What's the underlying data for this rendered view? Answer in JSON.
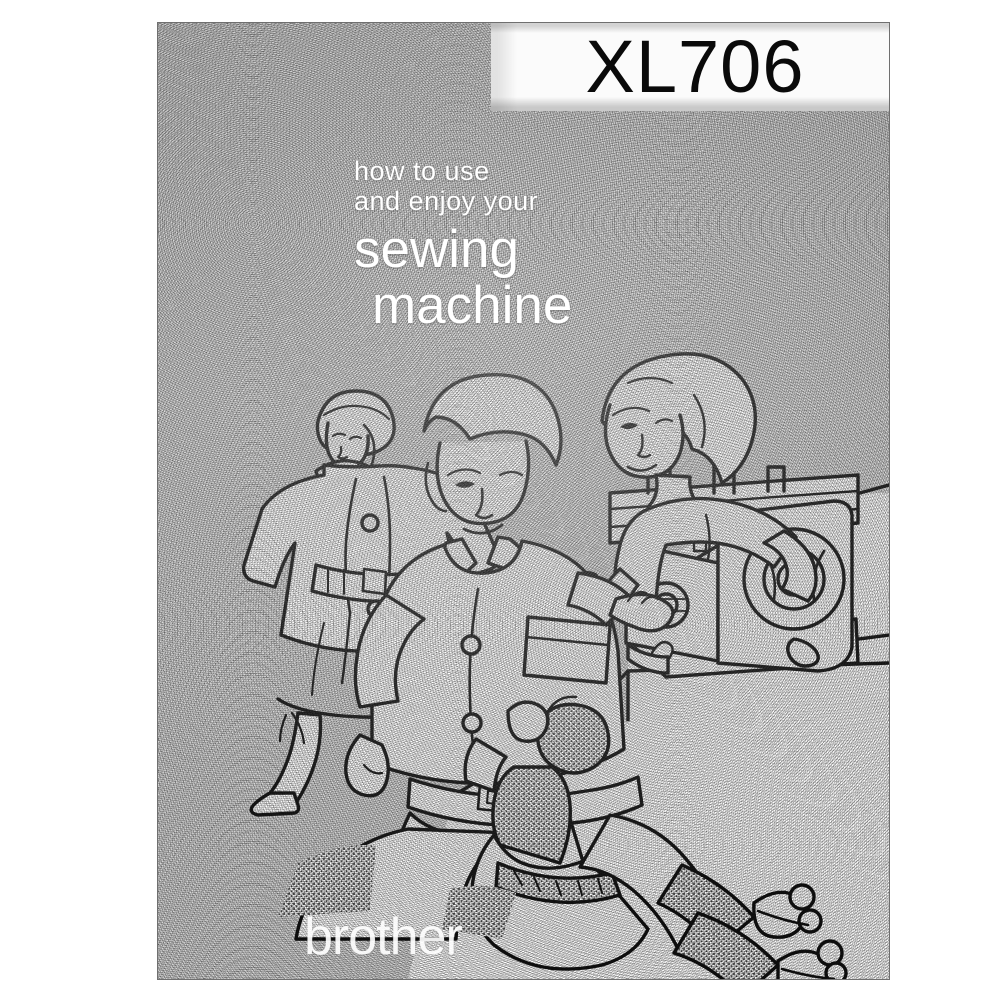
{
  "document": {
    "kind": "sewing-machine-instruction-manual-cover",
    "brand": "brother",
    "model_number": "XL706",
    "headline": {
      "line1": "how to use",
      "line2": "and enjoy your",
      "line3": "sewing",
      "line4": "machine"
    },
    "page_background_color": "#d6d6d6",
    "banner_background_color": "#fbfbfb",
    "ink_color": "#0a0a0a",
    "knockout_text_color": "#ffffff",
    "outer_margin_color": "#ffffff",
    "page_border_color": "#6f6f6f"
  },
  "illustration": {
    "title": "line-art scene of three people around a sewing machine",
    "subjects": [
      {
        "name": "woman-in-belted-coat",
        "description": "standing fashion figure wearing a wide-sleeved belted coat and hat"
      },
      {
        "name": "man-in-pocket-shirt",
        "description": "central man in a collared shirt with chest pocket and buckled belt"
      },
      {
        "name": "woman-at-sewing-machine",
        "description": "woman with bobbed hair leaning over the sewing machine"
      },
      {
        "name": "seated-figure-with-sandals",
        "description": "seated figure in patterned shorts wearing strap sandals"
      },
      {
        "name": "sewing-machine",
        "description": "domestic sewing machine with handwheel, spool, tension dial and table"
      }
    ]
  }
}
